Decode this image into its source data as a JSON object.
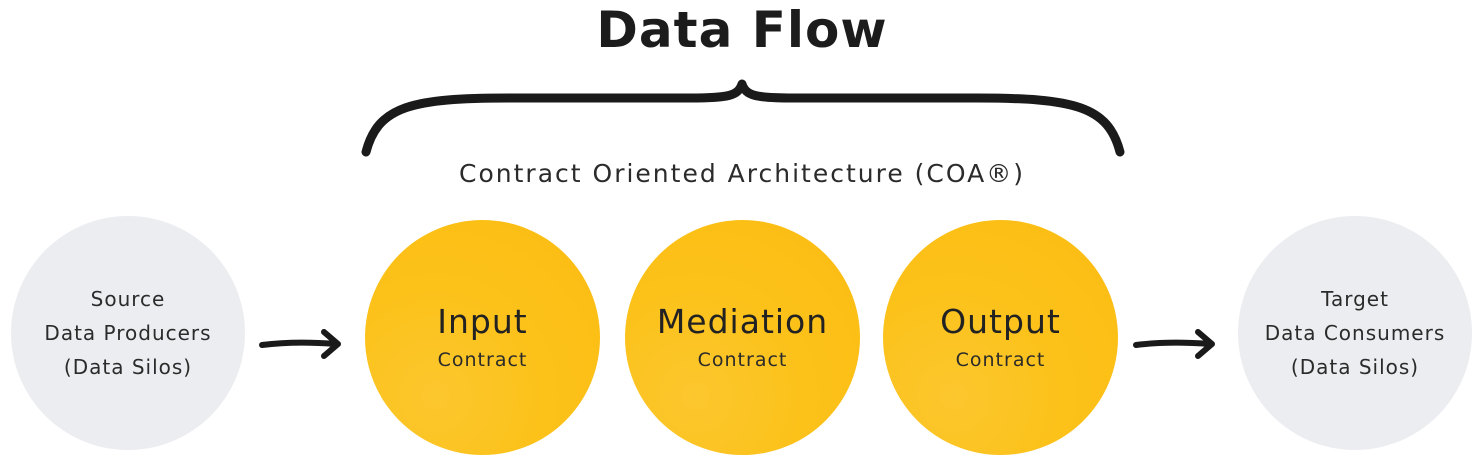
{
  "title": "Data Flow",
  "architecture_label": "Contract Oriented Architecture (COA®)",
  "source": {
    "line1": "Source",
    "line2": "Data Producers",
    "line3": "(Data Silos)"
  },
  "contracts": [
    {
      "name": "Input",
      "sub": "Contract"
    },
    {
      "name": "Mediation",
      "sub": "Contract"
    },
    {
      "name": "Output",
      "sub": "Contract"
    }
  ],
  "target": {
    "line1": "Target",
    "line2": "Data Consumers",
    "line3": "(Data Silos)"
  },
  "colors": {
    "contract_fill": "#fbbf17",
    "silo_fill": "#ecedf0",
    "stroke": "#1a1a1a"
  },
  "icons": [
    "curly-brace",
    "right-arrow"
  ]
}
